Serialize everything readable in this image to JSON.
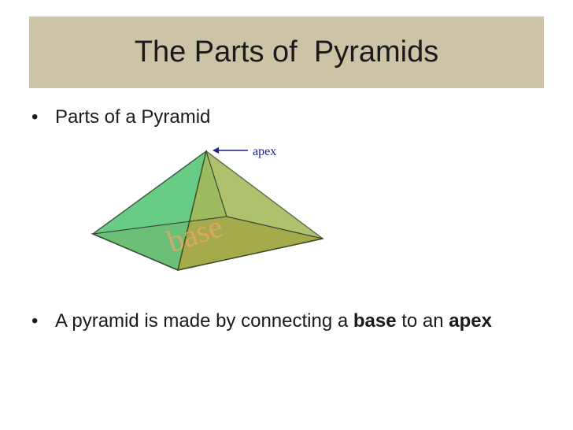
{
  "slide": {
    "title": "The Parts of  Pyramids",
    "bullets": [
      {
        "text": "Parts of a Pyramid"
      },
      {
        "before": "A pyramid is made by connecting a ",
        "bold1": "base",
        "middle": " to an ",
        "bold2": "apex"
      }
    ]
  },
  "figure": {
    "apex_label": "apex",
    "base_label": "base"
  },
  "colors": {
    "title_bar": "#cdc3a6",
    "face_left": "#5bc97e",
    "face_right": "#9bb34a",
    "base": "#cf8a4a",
    "arrow": "#1e1e8c"
  }
}
